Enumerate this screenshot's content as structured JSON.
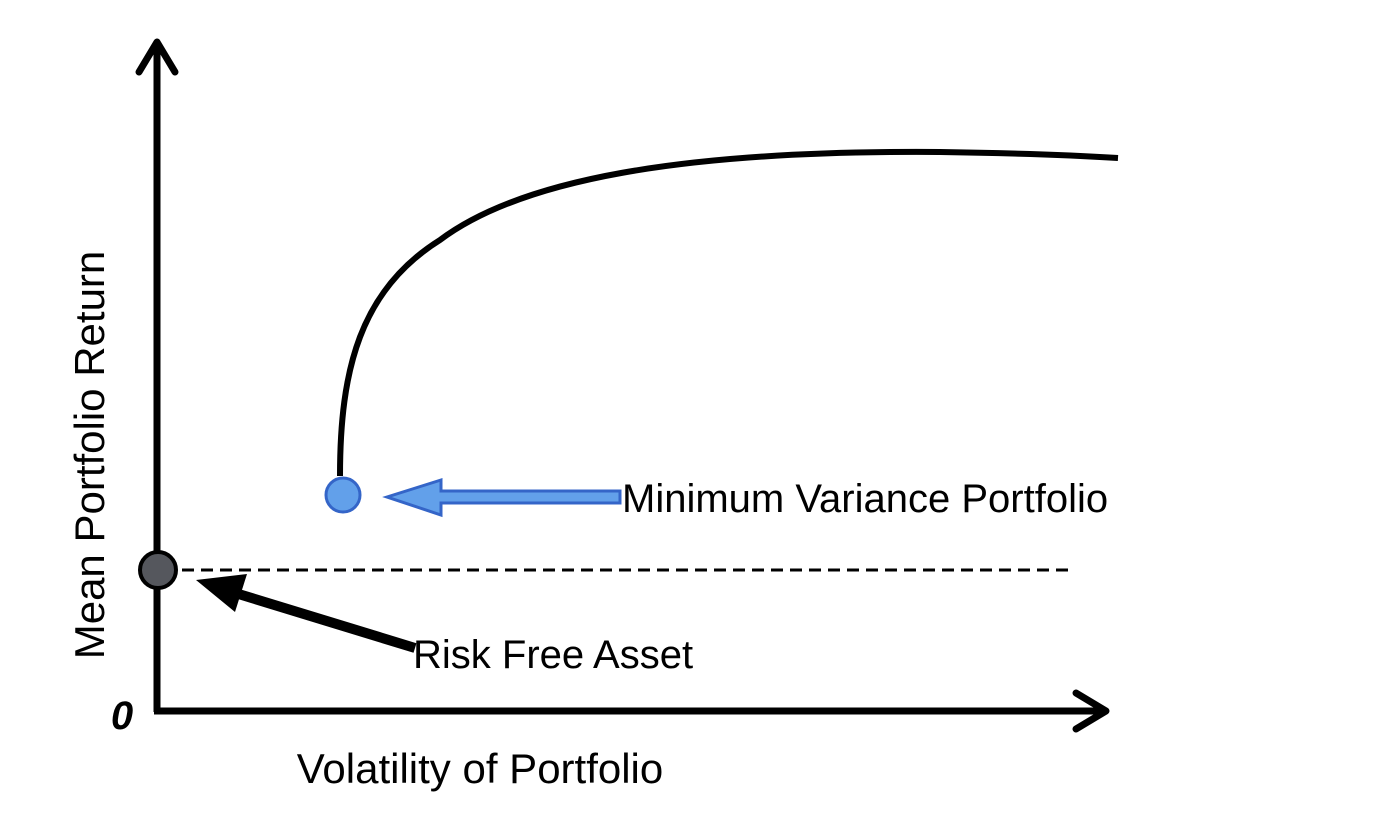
{
  "diagram": {
    "y_axis_label": "Mean Portfolio Return",
    "x_axis_label": "Volatility of Portfolio",
    "origin_label": "0",
    "annotations": {
      "minimum_variance": "Minimum Variance Portfolio",
      "risk_free": "Risk Free Asset"
    }
  },
  "colors": {
    "axis": "#000000",
    "frontier_curve": "#000000",
    "min_variance_point_fill": "#62a0ea",
    "min_variance_point_stroke": "#3465c8",
    "min_variance_arrow_fill": "#62a0ea",
    "min_variance_arrow_stroke": "#3465c8",
    "risk_free_point_fill": "#55575d",
    "risk_free_point_stroke": "#000000",
    "risk_free_arrow": "#000000",
    "dashed_line": "#000000"
  }
}
